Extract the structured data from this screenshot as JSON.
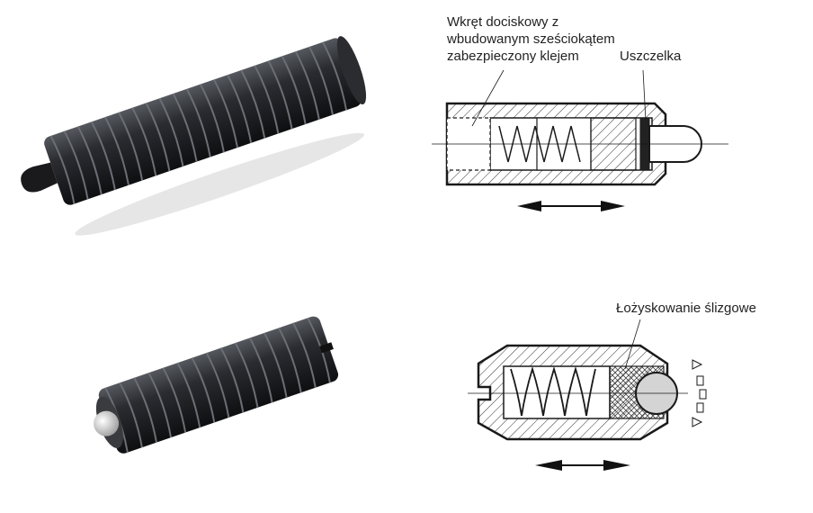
{
  "top_diagram": {
    "label_screw_lines": [
      "Wkręt dociskowy z",
      "wbudowanym sześciokątem",
      "zabezpieczony klejem"
    ],
    "label_seal": "Uszczelka"
  },
  "bottom_diagram": {
    "label_bearing": "Łożyskowanie ślizgowe"
  },
  "colors": {
    "metal_dark": "#1e1f22",
    "line": "#1a1a1a",
    "ball": "#d4d4d4"
  }
}
